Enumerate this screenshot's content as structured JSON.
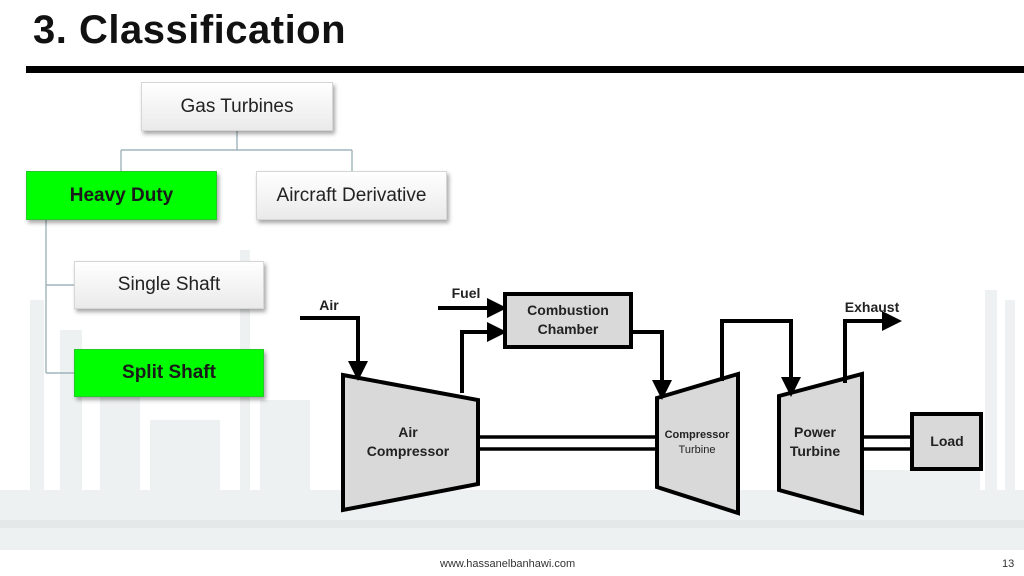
{
  "slide": {
    "title": "3. Classification",
    "footer_url": "www.hassanelbanhawi.com",
    "page_number": "13"
  },
  "tree": {
    "root": "Gas Turbines",
    "level1": [
      "Heavy Duty",
      "Aircraft Derivative"
    ],
    "level2": [
      "Single Shaft",
      "Split Shaft"
    ],
    "highlight_color": "#00ff00"
  },
  "flow_diagram": {
    "inputs": {
      "air": "Air",
      "fuel": "Fuel",
      "exhaust": "Exhaust"
    },
    "combustion_chamber": [
      "Combustion",
      "Chamber"
    ],
    "air_compressor": [
      "Air",
      "Compressor"
    ],
    "compressor_turbine": [
      "Compressor",
      "Turbine"
    ],
    "power_turbine": [
      "Power",
      "Turbine"
    ],
    "load": "Load",
    "component_fill": "#d9d9d9"
  }
}
